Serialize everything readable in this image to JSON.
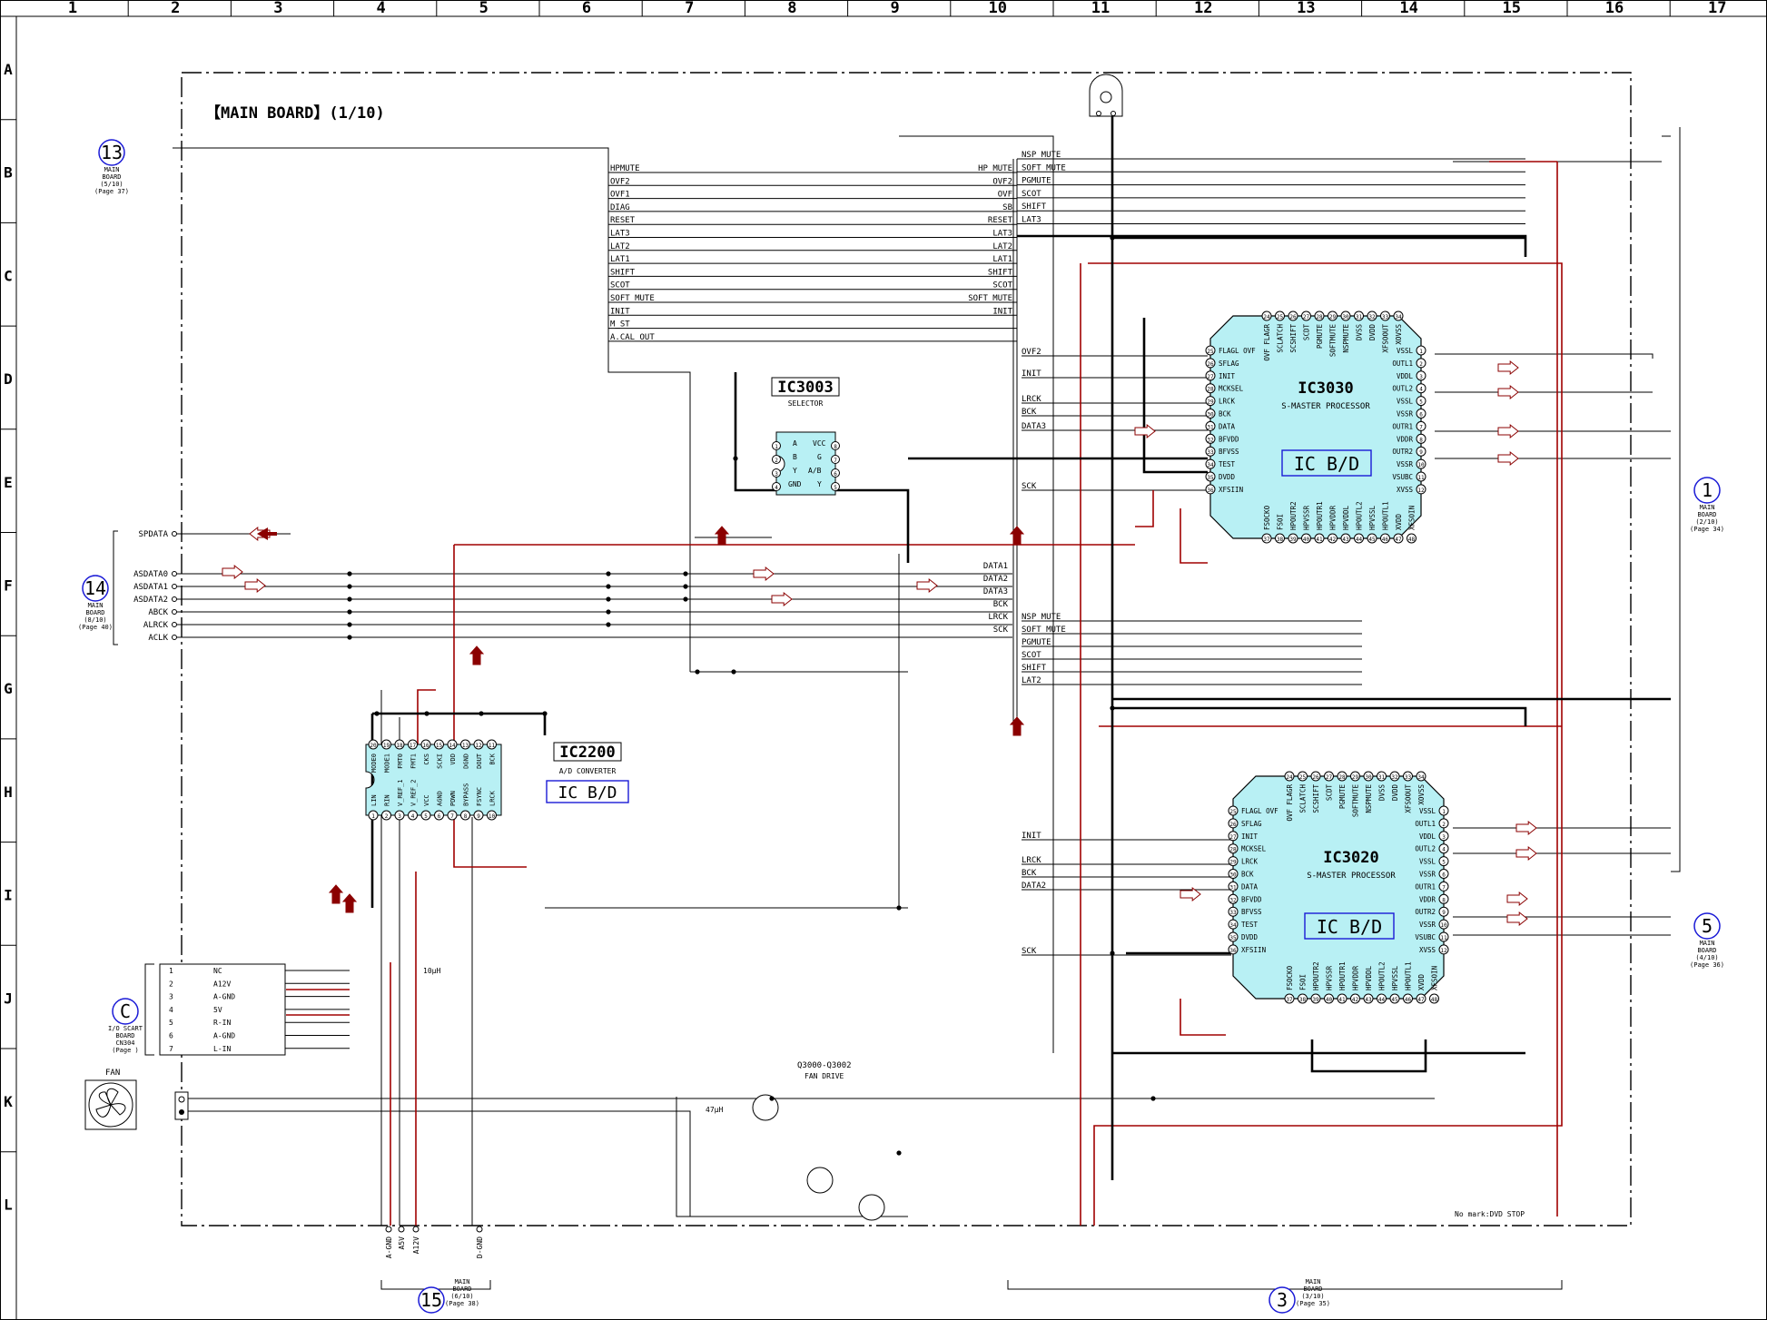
{
  "grid": {
    "columns": [
      "1",
      "2",
      "3",
      "4",
      "5",
      "6",
      "7",
      "8",
      "9",
      "10",
      "11",
      "12",
      "13",
      "14",
      "15",
      "16",
      "17"
    ],
    "rows": [
      "A",
      "B",
      "C",
      "D",
      "E",
      "F",
      "G",
      "H",
      "I",
      "J",
      "K",
      "L"
    ]
  },
  "title": "【MAIN BOARD】(1/10)",
  "colors": {
    "line": "#000000",
    "red_line": "#a00000",
    "ic_fill": "#b8f0f4",
    "ref_blue": "#1a1ad6",
    "arrow_red": "#8b0000"
  },
  "ics": [
    {
      "id": "IC3030",
      "name": "IC3030",
      "desc": "S-MASTER PROCESSOR",
      "tag": "IC B/D"
    },
    {
      "id": "IC3020",
      "name": "IC3020",
      "desc": "S-MASTER PROCESSOR",
      "tag": "IC B/D"
    },
    {
      "id": "IC3003",
      "name": "IC3003",
      "desc": "SELECTOR"
    },
    {
      "id": "IC2200",
      "name": "IC2200",
      "desc": "A/D CONVERTER",
      "tag": "IC B/D"
    }
  ],
  "refs": [
    {
      "num": "13",
      "l1": "MAIN",
      "l2": "BOARD",
      "l3": "(5/10)",
      "l4": "(Page 37)"
    },
    {
      "num": "14",
      "l1": "MAIN",
      "l2": "BOARD",
      "l3": "(8/10)",
      "l4": "(Page 40)"
    },
    {
      "num": "C",
      "l1": "I/O SCART",
      "l2": "BOARD",
      "l3": "CN304",
      "l4": "(Page   )"
    },
    {
      "num": "1",
      "l1": "MAIN",
      "l2": "BOARD",
      "l3": "(2/10)",
      "l4": "(Page 34)"
    },
    {
      "num": "5",
      "l1": "MAIN",
      "l2": "BOARD",
      "l3": "(4/10)",
      "l4": "(Page 36)"
    },
    {
      "num": "15",
      "l1": "MAIN",
      "l2": "BOARD",
      "l3": "(6/10)",
      "l4": "(Page 38)"
    },
    {
      "num": "3",
      "l1": "MAIN",
      "l2": "BOARD",
      "l3": "(3/10)",
      "l4": "(Page 35)"
    }
  ],
  "left_bus": [
    "HPMUTE",
    "OVF2",
    "OVF1",
    "DIAG",
    "RESET",
    "LAT3",
    "LAT2",
    "LAT1",
    "SHIFT",
    "SCOT",
    "SOFT_MUTE",
    "INIT",
    "M_ST",
    "A.CAL OUT"
  ],
  "right_bus": [
    "HP MUTE",
    "OVF2",
    "OVF",
    "SB",
    "RESET",
    "LAT3",
    "LAT2",
    "LAT1",
    "SHIFT",
    "SCOT",
    "SOFT MUTE",
    "INIT"
  ],
  "right_bus2": [
    "NSP MUTE",
    "SOFT MUTE",
    "PGMUTE",
    "SCOT",
    "SHIFT",
    "LAT3"
  ],
  "mid_sig": [
    "OVF2",
    "INIT",
    "LRCK",
    "BCK",
    "DATA3",
    "SCK"
  ],
  "mid_sig2": [
    "DATA1",
    "DATA2",
    "DATA3",
    "BCK",
    "LRCK",
    "SCK"
  ],
  "mid_sig3": [
    "NSP MUTE",
    "SOFT MUTE",
    "PGMUTE",
    "SCOT",
    "SHIFT",
    "LAT2"
  ],
  "mid_sig4": [
    "INIT",
    "LRCK",
    "BCK",
    "DATA2",
    "SCK"
  ],
  "asdata": [
    "SPDATA",
    "ASDATA0",
    "ASDATA1",
    "ASDATA2",
    "ABCK",
    "ALRCK",
    "ACLK"
  ],
  "ic3030_left": [
    "FLAGL OVF",
    "SFLAG",
    "INIT",
    "MCKSEL",
    "LRCK",
    "BCK",
    "DATA",
    "BFVDD",
    "BFVSS",
    "TEST",
    "DVDD",
    "XFSIIN"
  ],
  "ic3030_right": [
    "VSSL",
    "OUTL1",
    "VDDL",
    "OUTL2",
    "VSSL",
    "VSSR",
    "OUTR1",
    "VDDR",
    "OUTR2",
    "VSSR",
    "VSUBC",
    "XVSS"
  ],
  "ic3030_top": [
    "OVF FLAGR",
    "SCLATCH",
    "SCSHIFT",
    "SCDT",
    "PGMUTE",
    "SOFTMUTE",
    "NSPMUTE",
    "DVSS",
    "DVDD",
    "XFSOOUT",
    "XOVSS"
  ],
  "ic3030_bottom": [
    "FSOCKO",
    "FSOI",
    "HPOUTR2",
    "HPVSSR",
    "HPOUTR1",
    "HPVDDR",
    "HPVDDL",
    "HPOUTL2",
    "HPVSSL",
    "HPOUTL1",
    "XVDD",
    "XFSOIN"
  ],
  "ic3020_left": [
    "FLAGL OVF",
    "SFLAG",
    "INIT",
    "MCKSEL",
    "LRCK",
    "BCK",
    "DATA",
    "BFVDD",
    "BFVSS",
    "TEST",
    "DVDD",
    "XFSIIN"
  ],
  "ic3020_right": [
    "VSSL",
    "OUTL1",
    "VDDL",
    "OUTL2",
    "VSSL",
    "VSSR",
    "OUTR1",
    "VDDR",
    "OUTR2",
    "VSSR",
    "VSUBC",
    "XVSS"
  ],
  "ic3020_top": [
    "OVF FLAGR",
    "SCLATCH",
    "SCSHIFT",
    "SCDT",
    "PGMUTE",
    "SOFTMUTE",
    "NSPMUTE",
    "DVSS",
    "DVDD",
    "XFSOOUT",
    "XOVSS"
  ],
  "ic3020_bottom": [
    "FSOCKO",
    "FSOI",
    "HPOUTR2",
    "HPVSSR",
    "HPOUTR1",
    "HPVDDR",
    "HPVDDL",
    "HPOUTL2",
    "HPVSSL",
    "HPOUTL1",
    "XVDD",
    "XFSOIN"
  ],
  "ic3003_pins": [
    "A",
    "B",
    "Y",
    "GND",
    "VCC",
    "G",
    "A/B",
    "Y"
  ],
  "ic2200_top": [
    "MODE0",
    "MODE1",
    "FMT0",
    "FMT1",
    "CKS",
    "SCKI",
    "VDD",
    "DGND",
    "DOUT",
    "BCK"
  ],
  "ic2200_bottom": [
    "LIN",
    "RIN",
    "V_REF_1",
    "V_REF_2",
    "VCC",
    "AGND",
    "PDWN",
    "BYPASS",
    "FSYNC",
    "LRCK"
  ],
  "scart": [
    {
      "n": "1",
      "s": "NC"
    },
    {
      "n": "2",
      "s": "A12V"
    },
    {
      "n": "3",
      "s": "A-GND"
    },
    {
      "n": "4",
      "s": "5V"
    },
    {
      "n": "5",
      "s": "R-IN"
    },
    {
      "n": "6",
      "s": "A-GND"
    },
    {
      "n": "7",
      "s": "L-IN"
    }
  ],
  "fan_label": "FAN",
  "fan_drive": "Q3000-Q3002",
  "fan_drive2": "FAN DRIVE",
  "bottom_pins": [
    "A-GND",
    "A5V",
    "A12V",
    "D-GND"
  ],
  "note": "No mark:DVD STOP",
  "inductor": "47μH",
  "inductor2": "10μH"
}
